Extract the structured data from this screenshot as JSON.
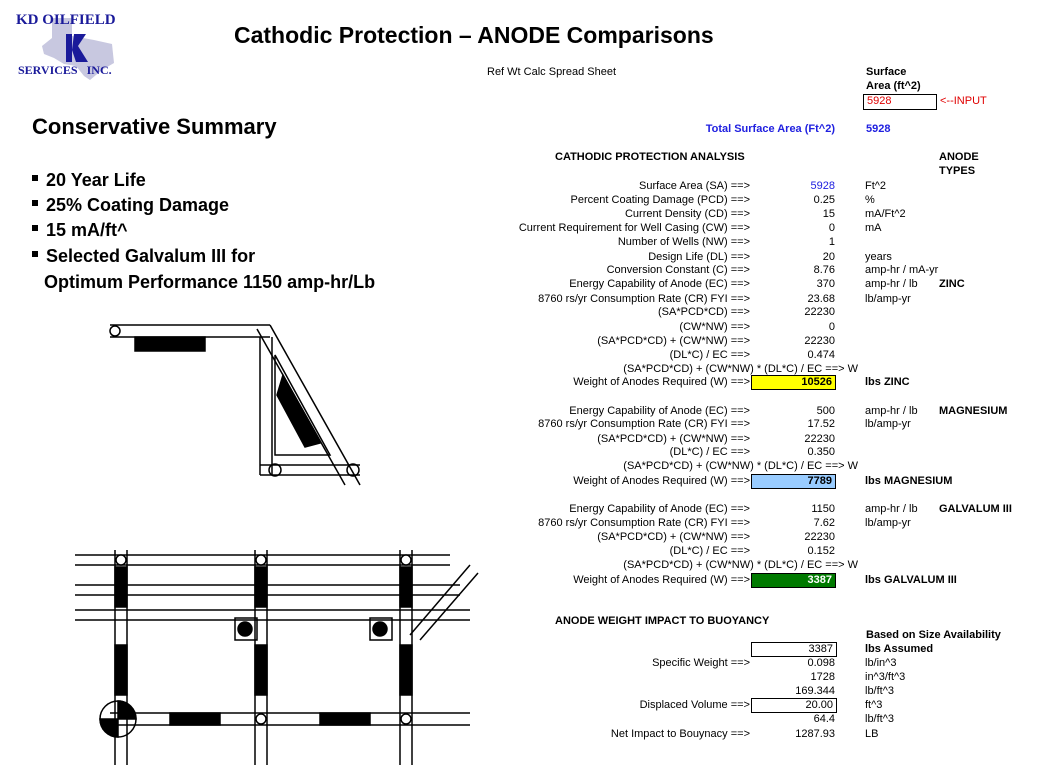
{
  "logo": {
    "line1": "KD OILFIELD",
    "line2": "SERVICES INC.",
    "colors": {
      "text": "#1a1a9a",
      "state": "#c8c8e0"
    }
  },
  "title": "Cathodic Protection – ANODE Comparisons",
  "ref": "Ref Wt Calc Spread Sheet",
  "input": {
    "label_line1": "Surface",
    "label_line2": "Area (ft^2)",
    "value": "5928",
    "marker": "<--INPUT"
  },
  "total": {
    "label": "Total Surface Area (Ft^2)",
    "value": "5928"
  },
  "summary": {
    "heading": "Conservative Summary",
    "bullets": [
      "20 Year Life",
      "25% Coating Damage",
      "15 mA/ft^",
      "Selected Galvalum III for"
    ],
    "bullet_continuation": "Optimum Performance 1150 amp-hr/Lb"
  },
  "analysis": {
    "heading": "CATHODIC PROTECTION ANALYSIS",
    "anode_types_line1": "ANODE",
    "anode_types_line2": "TYPES",
    "rows": [
      {
        "label": "Surface Area (SA) ==>",
        "value": "5928",
        "unit": "Ft^2",
        "blue": true
      },
      {
        "label": "Percent Coating Damage (PCD) ==>",
        "value": "0.25",
        "unit": "%"
      },
      {
        "label": "Current Density (CD) ==>",
        "value": "15",
        "unit": "mA/Ft^2"
      },
      {
        "label": "Current Requirement for Well Casing (CW) ==>",
        "value": "0",
        "unit": "mA"
      },
      {
        "label": "Number of Wells (NW) ==>",
        "value": "1",
        "unit": ""
      },
      {
        "label": "Design Life (DL) ==>",
        "value": "20",
        "unit": "years"
      },
      {
        "label": "Conversion Constant (C) ==>",
        "value": "8.76",
        "unit": "amp-hr / mA-yr"
      },
      {
        "label": "Energy Capability of Anode (EC) ==>",
        "value": "370",
        "unit": "amp-hr / lb",
        "type": "ZINC"
      },
      {
        "label": "8760 rs/yr  Consumption Rate (CR) FYI ==>",
        "value": "23.68",
        "unit": "lb/amp-yr"
      },
      {
        "label": "(SA*PCD*CD) ==>",
        "value": "22230",
        "unit": ""
      },
      {
        "label": "(CW*NW) ==>",
        "value": "0",
        "unit": ""
      },
      {
        "label": "(SA*PCD*CD) + (CW*NW) ==>",
        "value": "22230",
        "unit": ""
      },
      {
        "label": "(DL*C) / EC ==>",
        "value": "0.474",
        "unit": ""
      },
      {
        "label": "Energy Capability of Anode (EC) ==>",
        "value": "500",
        "unit": "amp-hr / lb",
        "type": "MAGNESIUM"
      },
      {
        "label": "8760 rs/yr  Consumption Rate (CR) FYI ==>",
        "value": "17.52",
        "unit": "lb/amp-yr"
      },
      {
        "label": "(SA*PCD*CD) + (CW*NW) ==>",
        "value": "22230",
        "unit": ""
      },
      {
        "label": "(DL*C) / EC ==>",
        "value": "0.350",
        "unit": ""
      },
      {
        "label": "Energy Capability of Anode (EC) ==>",
        "value": "1150",
        "unit": "amp-hr / lb",
        "type": "GALVALUM III"
      },
      {
        "label": "8760 rs/yr  Consumption Rate (CR) FYI ==>",
        "value": "7.62",
        "unit": "lb/amp-yr"
      },
      {
        "label": "(SA*PCD*CD) + (CW*NW) ==>",
        "value": "22230",
        "unit": ""
      },
      {
        "label": "(DL*C) / EC ==>",
        "value": "0.152",
        "unit": ""
      }
    ],
    "formula": "(SA*PCD*CD) + (CW*NW)  * (DL*C) / EC  ==> W",
    "results": [
      {
        "label": "Weight of Anodes Required (W) ==>",
        "value": "10526",
        "unit": "lbs ZINC",
        "color": "#ffff00",
        "text_color": "#000000"
      },
      {
        "label": "Weight of Anodes Required (W) ==>",
        "value": "7789",
        "unit": "lbs MAGNESIUM",
        "color": "#99ccff",
        "text_color": "#000000"
      },
      {
        "label": "Weight of Anodes Required (W) ==>",
        "value": "3387",
        "unit": "lbs GALVALUM III",
        "color": "#007a00",
        "text_color": "#ffffff"
      }
    ]
  },
  "buoyancy": {
    "heading": "ANODE WEIGHT IMPACT TO BUOYANCY",
    "note": "Based on Size Availability",
    "rows": [
      {
        "label": "",
        "value": "3387",
        "unit": "lbs Assumed",
        "boxed": true,
        "bold_unit": true
      },
      {
        "label": "Specific Weight ==>",
        "value": "0.098",
        "unit": "lb/in^3"
      },
      {
        "label": "",
        "value": "1728",
        "unit": "in^3/ft^3"
      },
      {
        "label": "",
        "value": "169.344",
        "unit": "lb/ft^3"
      },
      {
        "label": "Displaced Volume ==>",
        "value": "20.00",
        "unit": "ft^3",
        "boxed": true
      },
      {
        "label": "",
        "value": "64.4",
        "unit": "lb/ft^3"
      },
      {
        "label": "Net Impact to Bouynacy ==>",
        "value": "1287.93",
        "unit": "LB"
      }
    ]
  }
}
